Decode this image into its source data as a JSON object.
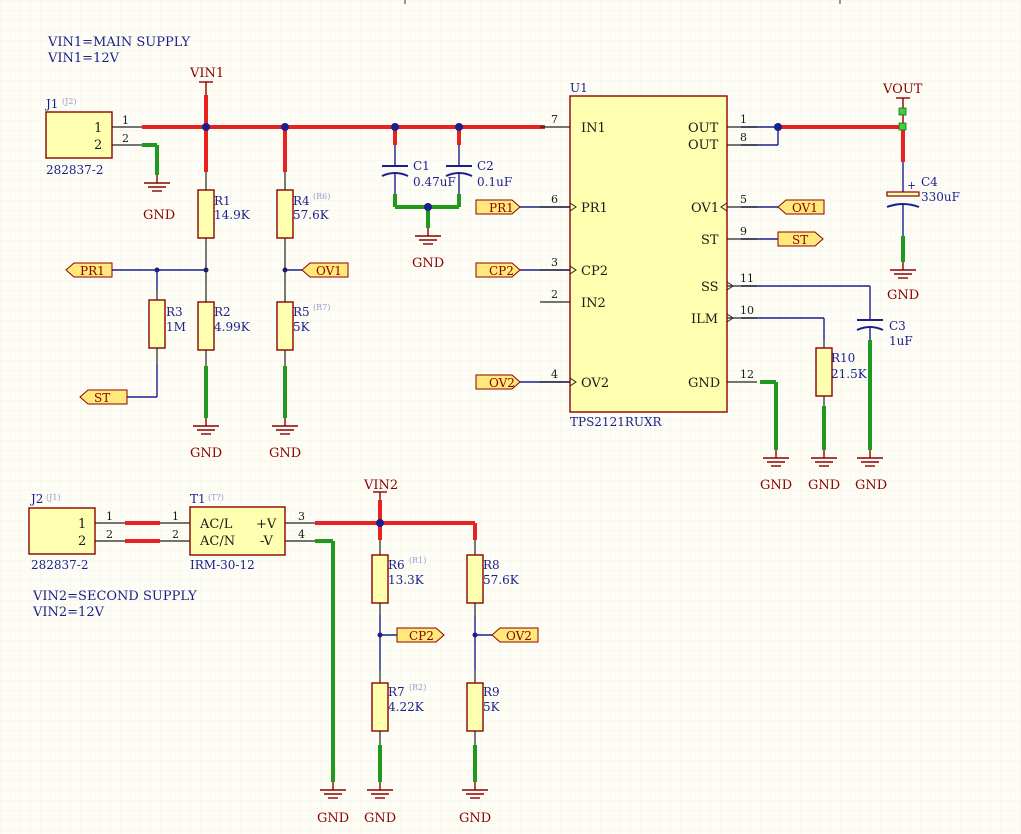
{
  "notes": {
    "main_line1": "VIN1=MAIN SUPPLY",
    "main_line2": "VIN1=12V",
    "second_line1": "VIN2=SECOND SUPPLY",
    "second_line2": "VIN2=12V"
  },
  "power": {
    "vin1": "VIN1",
    "vin2": "VIN2",
    "vout": "VOUT",
    "gnd": "GND"
  },
  "connectors": {
    "j1": {
      "ref": "J1",
      "alt": "(J2)",
      "part": "282837-2",
      "pin1": "1",
      "pin2": "2"
    },
    "j2": {
      "ref": "J2",
      "alt": "(J1)",
      "part": "282837-2",
      "pin1": "1",
      "pin2": "2"
    }
  },
  "transformer": {
    "ref": "T1",
    "alt": "(T?)",
    "part": "IRM-30-12",
    "acl": "AC/L",
    "acn": "AC/N",
    "vpos": "+V",
    "vneg": "-V",
    "p1": "1",
    "p2": "2",
    "p3": "3",
    "p4": "4"
  },
  "ic": {
    "ref": "U1",
    "part": "TPS2121RUXR",
    "in1": "IN1",
    "pr1": "PR1",
    "cp2": "CP2",
    "in2": "IN2",
    "ov2": "OV2",
    "out1": "OUT",
    "out2": "OUT",
    "ov1": "OV1",
    "st": "ST",
    "ss": "SS",
    "ilm": "ILM",
    "gnd": "GND",
    "p7": "7",
    "p6": "6",
    "p3": "3",
    "p2": "2",
    "p4": "4",
    "p1": "1",
    "p8": "8",
    "p5": "5",
    "p9": "9",
    "p11": "11",
    "p10": "10",
    "p12": "12"
  },
  "resistors": {
    "r1": {
      "ref": "R1",
      "value": "14.9K"
    },
    "r2": {
      "ref": "R2",
      "value": "4.99K"
    },
    "r3": {
      "ref": "R3",
      "value": "1M"
    },
    "r4": {
      "ref": "R4",
      "alt": "(R6)",
      "value": "57.6K"
    },
    "r5": {
      "ref": "R5",
      "alt": "(R7)",
      "value": "5K"
    },
    "r6": {
      "ref": "R6",
      "alt": "(R1)",
      "value": "13.3K"
    },
    "r7": {
      "ref": "R7",
      "alt": "(R2)",
      "value": "4.22K"
    },
    "r8": {
      "ref": "R8",
      "value": "57.6K"
    },
    "r9": {
      "ref": "R9",
      "value": "5K"
    },
    "r10": {
      "ref": "R10",
      "value": "21.5K"
    }
  },
  "capacitors": {
    "c1": {
      "ref": "C1",
      "value": "0.47uF"
    },
    "c2": {
      "ref": "C2",
      "value": "0.1uF"
    },
    "c3": {
      "ref": "C3",
      "value": "1uF"
    },
    "c4": {
      "ref": "C4",
      "value": "330uF"
    }
  },
  "ports": {
    "pr1": "PR1",
    "st": "ST",
    "ov1": "OV1",
    "cp2": "CP2",
    "ov2": "OV2"
  },
  "pin_numbers": {
    "one": "1",
    "two": "2"
  },
  "colors": {
    "power_wire": "#e8231f",
    "gnd_wire": "#1f9a1f",
    "signal_wire": "#1a1f8c",
    "ic_fill": "#ffffb0",
    "component": "#8b0000"
  }
}
